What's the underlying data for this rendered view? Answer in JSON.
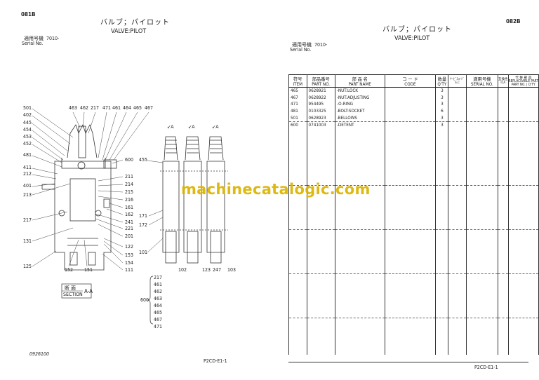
{
  "left_page": {
    "page_code": "081B",
    "title_jp": "バルブ；パイロット",
    "title_en": "VALVE:PILOT",
    "serial_label_jp": "適用号機",
    "serial_label_en": "Serial No.",
    "serial_value": "7010-",
    "callouts_left": [
      "501",
      "402",
      "445",
      "454",
      "453",
      "452",
      "481",
      "411",
      "212",
      "401",
      "213",
      "217",
      "131",
      "125"
    ],
    "callouts_top": [
      "463",
      "462",
      "217",
      "471",
      "461",
      "464",
      "465",
      "467"
    ],
    "callouts_right": [
      "600",
      "211",
      "214",
      "215",
      "216",
      "161",
      "162",
      "241",
      "221",
      "201",
      "122",
      "153",
      "154",
      "111"
    ],
    "callouts_bottom": [
      "152",
      "151"
    ],
    "callouts_side": [
      "455",
      "171",
      "172",
      "101",
      "102",
      "123",
      "247",
      "103"
    ],
    "section_markers": [
      "A",
      "A",
      "A"
    ],
    "section_label_jp": "断 面",
    "section_label_en": "SECTION",
    "section_id": "A-A",
    "group_600": {
      "label": "600",
      "items": [
        "217",
        "461",
        "462",
        "463",
        "464",
        "465",
        "467",
        "471"
      ]
    },
    "footer_left": "0926100",
    "footer_right": "P2CD-E1-1"
  },
  "right_page": {
    "page_code": "082B",
    "title_jp": "バルブ；パイロット",
    "title_en": "VALVE:PILOT",
    "serial_label_jp": "適用号機",
    "serial_label_en": "Serial No.",
    "serial_value": "7010-",
    "table": {
      "headers": [
        {
          "jp": "符号",
          "en": "ITEM"
        },
        {
          "jp": "部品番号",
          "en": "PART NO."
        },
        {
          "jp": "部 品 名",
          "en": "PART NAME"
        },
        {
          "jp": "コ ー ド",
          "en": "CODE"
        },
        {
          "jp": "数量",
          "en": "Q'TY"
        },
        {
          "jp": "ｻｰﾋﾞｽｺｰﾄﾞ",
          "en": "S.C"
        },
        {
          "jp": "適用号機",
          "en": "SERIAL NO."
        },
        {
          "jp": "互換性",
          "en": "ICA"
        },
        {
          "jp": "代 替 部 品",
          "en": "REPLACEABLE PART",
          "sub": [
            "PART NO.",
            "Q'TY"
          ]
        }
      ],
      "rows": [
        {
          "item": "465",
          "part_no": "0628921",
          "name": "-NUT:LOCK",
          "qty": "3"
        },
        {
          "item": "467",
          "part_no": "0628922",
          "name": "-NUT:ADJUSTING",
          "qty": "3"
        },
        {
          "item": "471",
          "part_no": "954495",
          "name": "-O-RING",
          "qty": "3"
        },
        {
          "item": "481",
          "part_no": "0103325",
          "name": "-BOLT:SOCKET",
          "qty": "6"
        },
        {
          "item": "501",
          "part_no": "0628923",
          "name": "-BELLOWS",
          "qty": "3"
        },
        {
          "item": "600",
          "part_no": "0741003",
          "name": "-DETENT",
          "qty": "3"
        }
      ]
    },
    "footer_right": "P2CD-E1-1"
  },
  "watermark": "machinecatalogic.com",
  "watermark_color": "#dcb400"
}
